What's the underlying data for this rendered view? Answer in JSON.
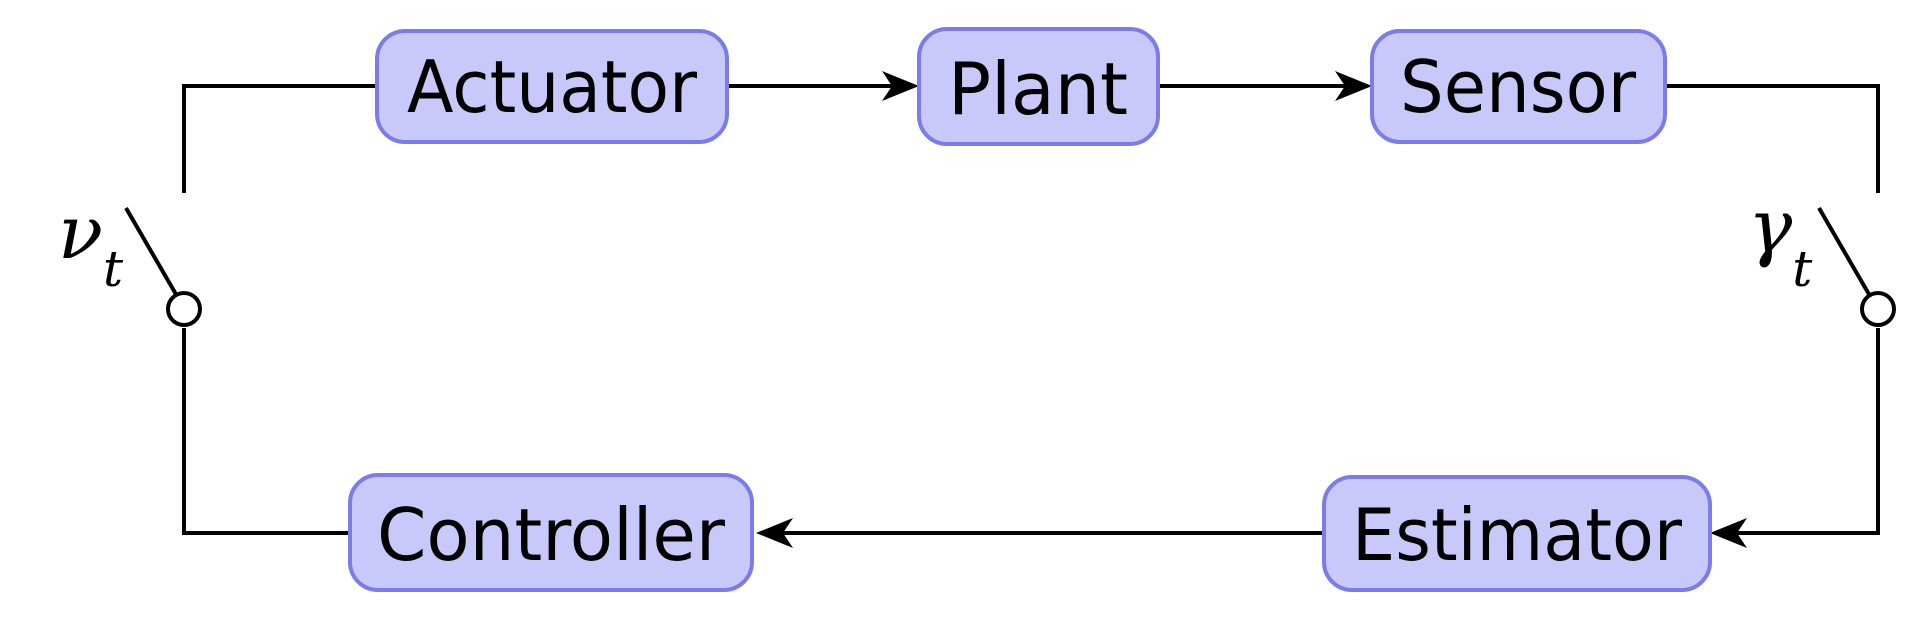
{
  "blocks": {
    "actuator": "Actuator",
    "plant": "Plant",
    "sensor": "Sensor",
    "controller": "Controller",
    "estimator": "Estimator"
  },
  "switches": {
    "left": {
      "symbol": "ν",
      "subscript": "t"
    },
    "right": {
      "symbol": "γ",
      "subscript": "t"
    }
  },
  "colors": {
    "block_fill": "#c8c8fa",
    "block_border": "#7b7bea",
    "line": "#000000"
  }
}
